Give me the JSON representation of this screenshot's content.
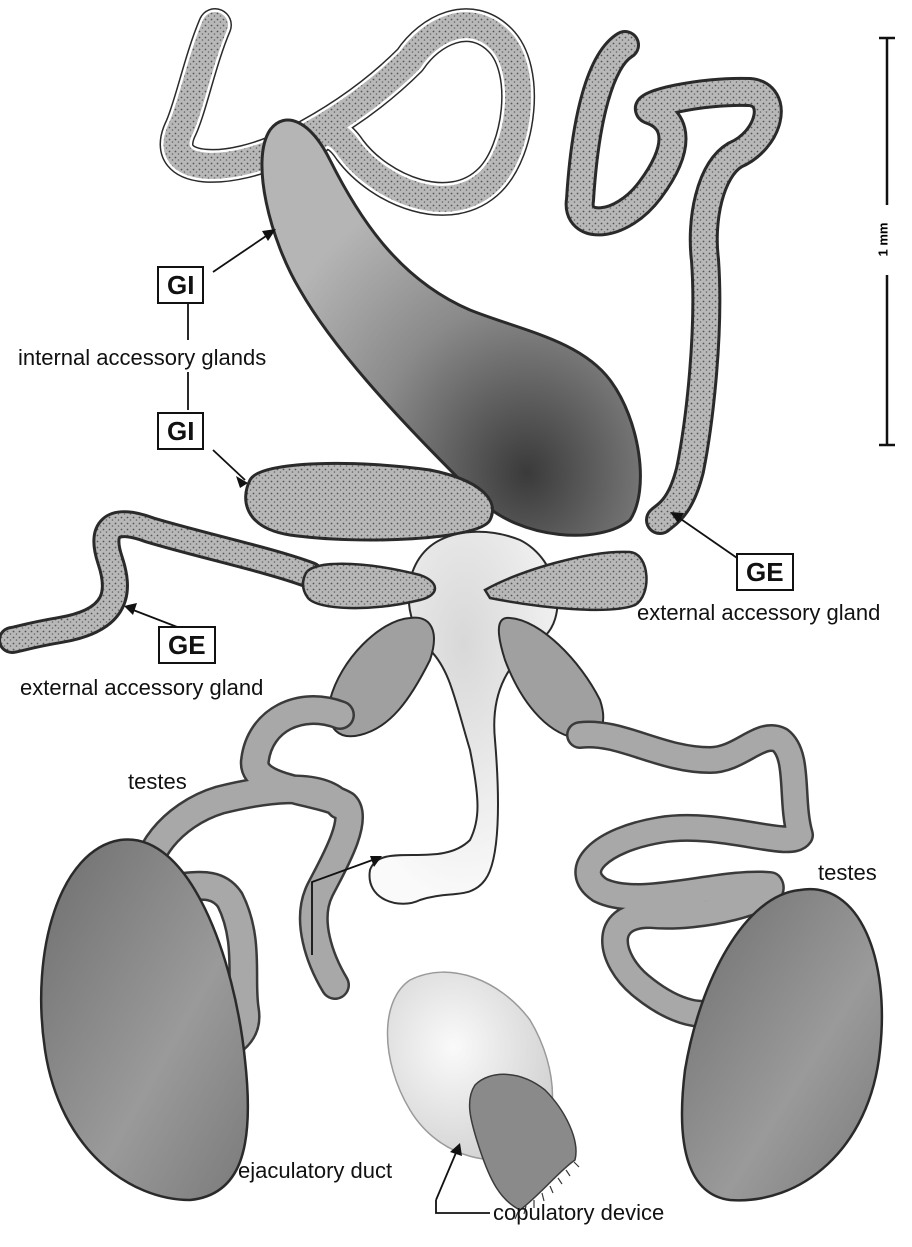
{
  "labels": {
    "gi_upper": "GI",
    "gi_lower": "GI",
    "internal_glands": "internal accessory glands",
    "ge_right": "GE",
    "external_gland_right": "external accessory gland",
    "ge_left": "GE",
    "external_gland_left": "external accessory gland",
    "testes_left": "testes",
    "testes_right": "testes",
    "ejaculatory_duct": "ejaculatory duct",
    "copulatory_device": "copulatory device",
    "scale": "1 mm"
  },
  "colors": {
    "gland_fill": "#a9a9a9",
    "gland_dark": "#5a5a5a",
    "testis_fill": "#8c8c8c",
    "duct_fill": "#f2f2f2",
    "outline": "#2a2a2a"
  }
}
